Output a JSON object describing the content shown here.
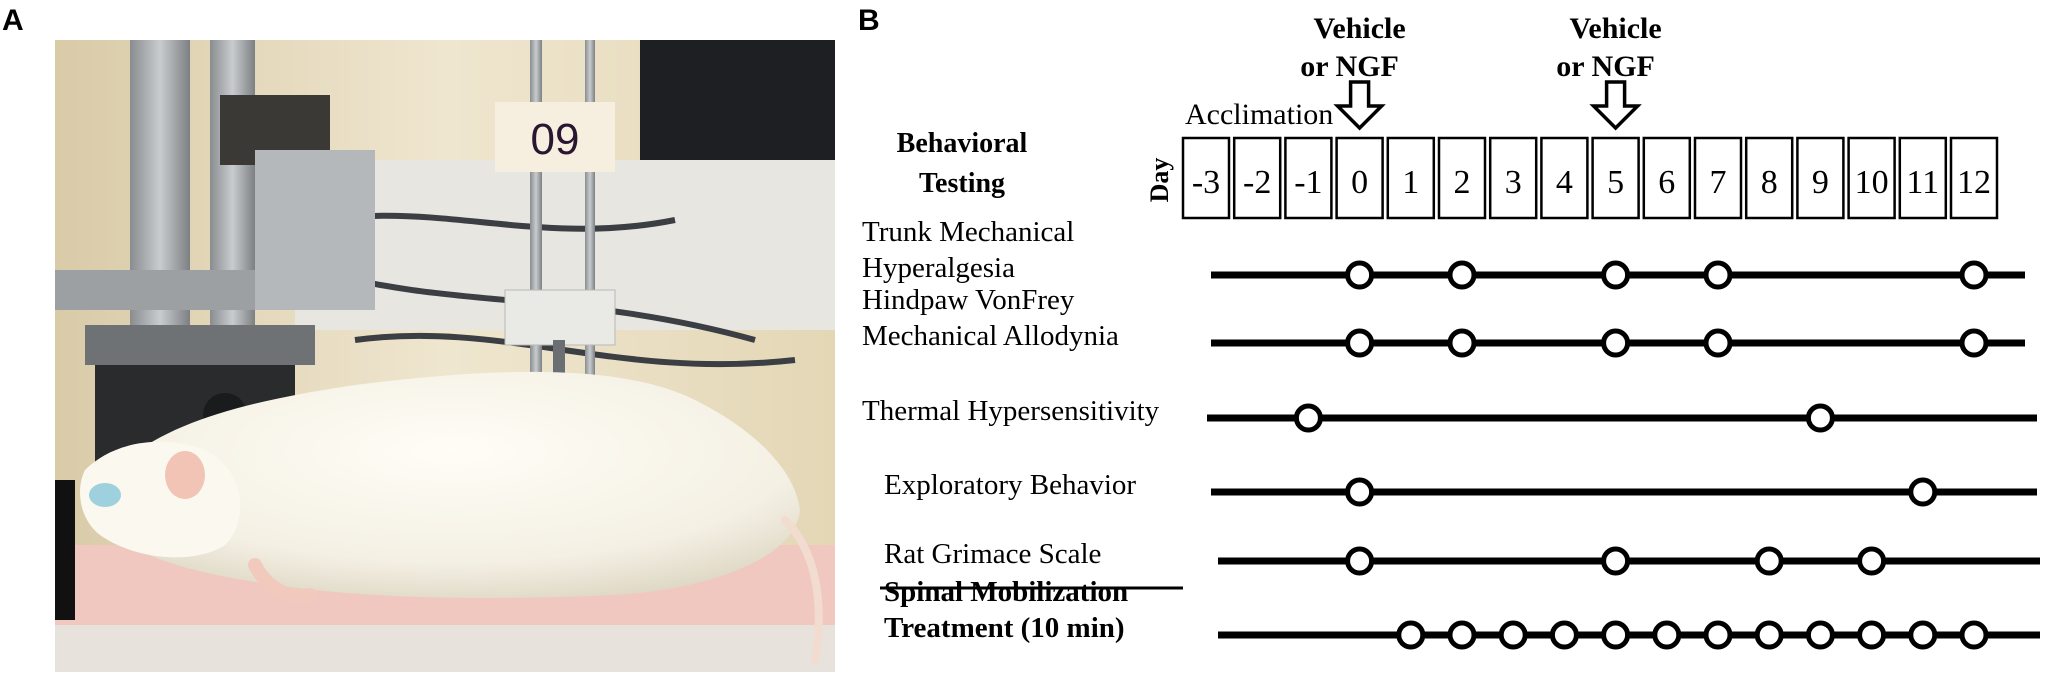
{
  "panels": {
    "a": "A",
    "b": "B"
  },
  "photo": {
    "tag_label": "09"
  },
  "treatments": [
    {
      "line1": "Vehicle",
      "line2": "or NGF",
      "day": 0
    },
    {
      "line1": "Vehicle",
      "line2": "or NGF",
      "day": 5
    }
  ],
  "acclimation_label": "Acclimation",
  "behavioral_testing": {
    "line1": "Behavioral",
    "line2": "Testing"
  },
  "day_axis_label": "Day",
  "days": [
    -3,
    -2,
    -1,
    0,
    1,
    2,
    3,
    4,
    5,
    6,
    7,
    8,
    9,
    10,
    11,
    12
  ],
  "rows": [
    {
      "label_lines": [
        "Trunk Mechanical",
        "Hyperalgesia"
      ],
      "bold": false,
      "days": [
        0,
        2,
        5,
        7,
        12
      ]
    },
    {
      "label_lines": [
        "Hindpaw VonFrey",
        "Mechanical Allodynia"
      ],
      "bold": false,
      "days": [
        0,
        2,
        5,
        7,
        12
      ]
    },
    {
      "label_lines": [
        "Thermal Hypersensitivity"
      ],
      "bold": false,
      "days": [
        -1,
        9
      ]
    },
    {
      "label_lines": [
        "Exploratory Behavior"
      ],
      "bold": false,
      "days": [
        0,
        11
      ]
    },
    {
      "label_lines": [
        "Rat Grimace Scale"
      ],
      "bold": false,
      "days": [
        0,
        5,
        8,
        10
      ]
    },
    {
      "label_lines": [
        "Spinal Mobilization",
        "Treatment (10 min)"
      ],
      "bold": true,
      "days": [
        1,
        2,
        3,
        4,
        5,
        6,
        7,
        8,
        9,
        10,
        11,
        12
      ]
    }
  ]
}
